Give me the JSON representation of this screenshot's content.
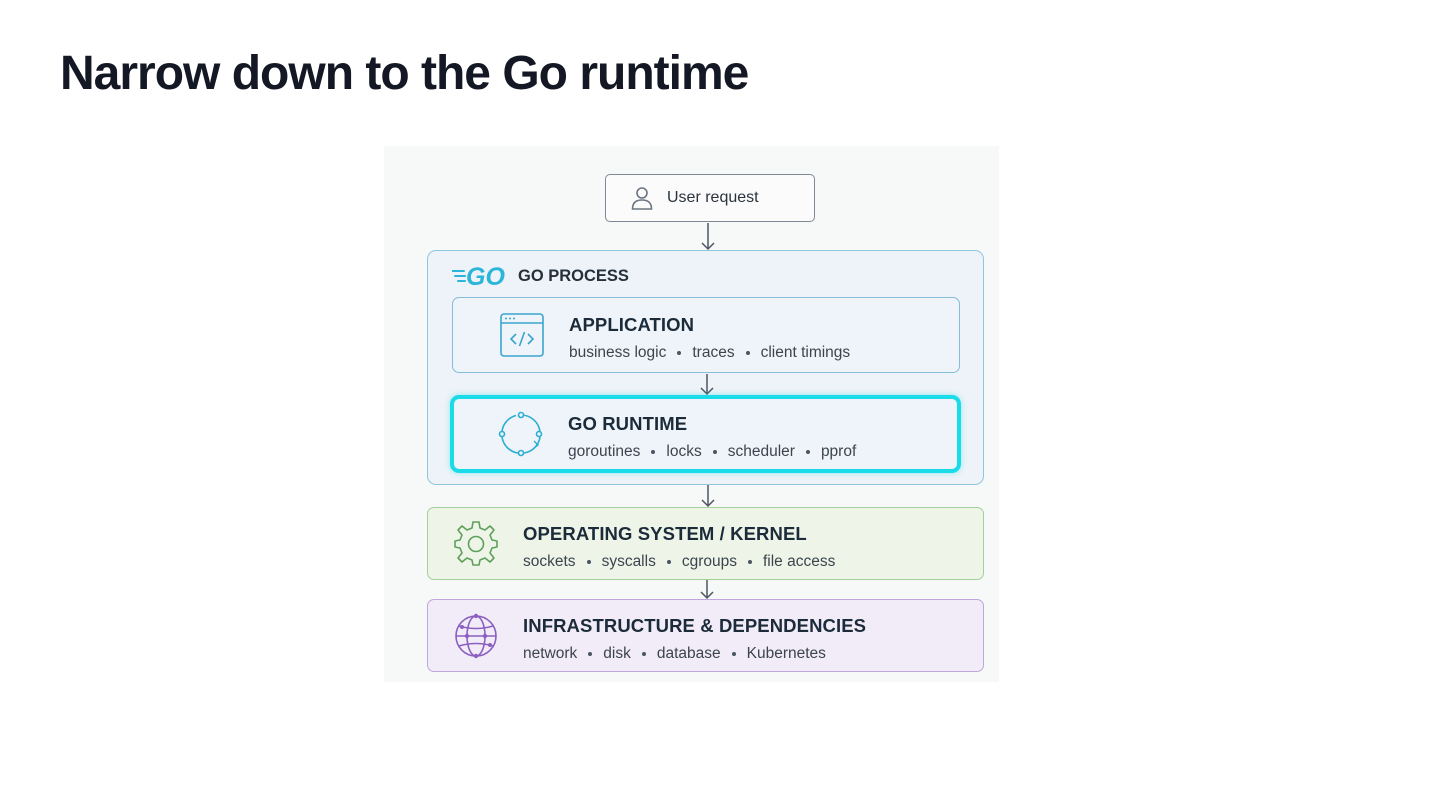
{
  "slide": {
    "title": "Narrow down to the Go runtime"
  },
  "diagram": {
    "user_request": {
      "label": "User request",
      "icon": "person-icon"
    },
    "go_process": {
      "label": "GO PROCESS",
      "logo_text": "GO",
      "logo_color": "#2bb5d8"
    },
    "layers": {
      "application": {
        "title": "APPLICATION",
        "icon": "code-window-icon",
        "items": [
          "business logic",
          "traces",
          "client timings"
        ],
        "accent": "#3aa5cc"
      },
      "go_runtime": {
        "title": "GO RUNTIME",
        "icon": "cycle-icon",
        "items": [
          "goroutines",
          "locks",
          "scheduler",
          "pprof"
        ],
        "accent": "#1adbe8",
        "highlighted": true
      },
      "operating_system": {
        "title": "OPERATING SYSTEM / KERNEL",
        "icon": "gear-icon",
        "items": [
          "sockets",
          "syscalls",
          "cgroups",
          "file access"
        ],
        "accent": "#5e9f5a"
      },
      "infrastructure": {
        "title": "INFRASTRUCTURE & DEPENDENCIES",
        "icon": "globe-network-icon",
        "items": [
          "network",
          "disk",
          "database",
          "Kubernetes"
        ],
        "accent": "#8a5fc0"
      }
    }
  }
}
